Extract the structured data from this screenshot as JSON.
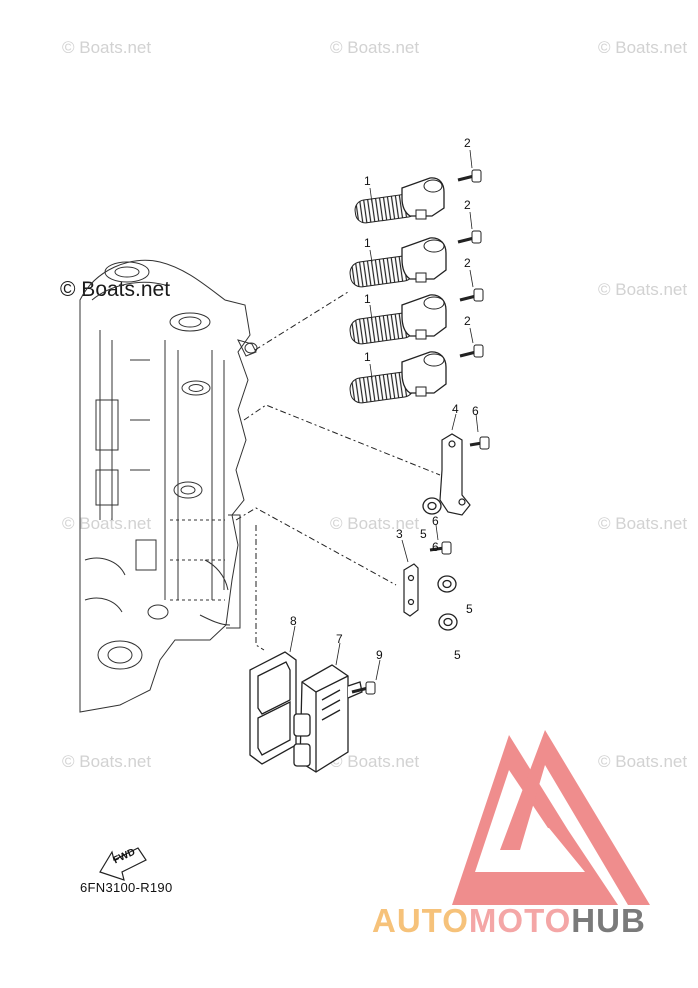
{
  "watermarks": {
    "small": "© Boats.net",
    "large": "© Boats.net"
  },
  "callouts": {
    "ignition_coil": "1",
    "coil_bolt": "2",
    "bracket_lower": "3",
    "bracket_upper": "4",
    "clamp": "5",
    "bracket_bolt": "6",
    "ecu": "7",
    "gasket": "8",
    "ecu_bolt": "9"
  },
  "fwd_arrow_label": "FWD",
  "diagram_code": "6FN3100-R190",
  "brand": {
    "part1": "AUTO",
    "part2": "MOTO",
    "part3": "HUB",
    "color1": "#f6c27a",
    "color2": "#f4a6a6",
    "color3": "#7a7a7a",
    "logo_color": "#ef8d8d"
  }
}
